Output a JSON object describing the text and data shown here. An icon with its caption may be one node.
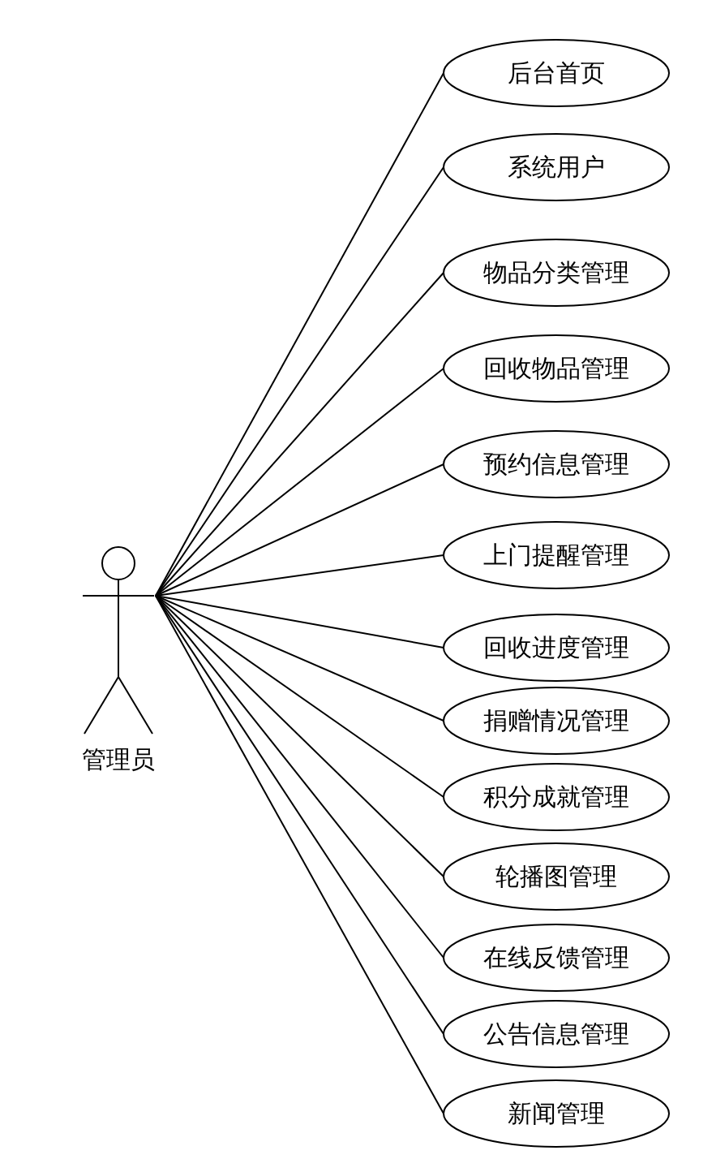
{
  "diagram": {
    "nodes": [
      {
        "text": [
          "管理员"
        ]
      },
      {
        "text": [
          "后台首页"
        ]
      },
      {
        "text": [
          "系统用户"
        ]
      },
      {
        "text": [
          "物品分类管理"
        ]
      },
      {
        "text": [
          "回收物品管理"
        ]
      },
      {
        "text": [
          "预约信息管理"
        ]
      },
      {
        "text": [
          "上门提醒管理"
        ]
      },
      {
        "text": [
          "回收进度管理"
        ]
      },
      {
        "text": [
          "捐赠情况管理"
        ]
      },
      {
        "text": [
          "积分成就管理"
        ]
      },
      {
        "text": [
          "轮播图管理"
        ]
      },
      {
        "text": [
          "在线反馈管理"
        ]
      },
      {
        "text": [
          "公告信息管理"
        ]
      },
      {
        "text": [
          "新闻管理"
        ]
      }
    ],
    "edges": [
      {
        "from": 0,
        "to": 1,
        "arrow": "none"
      },
      {
        "from": 0,
        "to": 2,
        "arrow": "none"
      },
      {
        "from": 0,
        "to": 3,
        "arrow": "none"
      },
      {
        "from": 0,
        "to": 4,
        "arrow": "none"
      },
      {
        "from": 0,
        "to": 5,
        "arrow": "none"
      },
      {
        "from": 0,
        "to": 6,
        "arrow": "none"
      },
      {
        "from": 0,
        "to": 7,
        "arrow": "none"
      },
      {
        "from": 0,
        "to": 8,
        "arrow": "none"
      },
      {
        "from": 0,
        "to": 9,
        "arrow": "none"
      },
      {
        "from": 0,
        "to": 10,
        "arrow": "none"
      },
      {
        "from": 0,
        "to": 11,
        "arrow": "none"
      },
      {
        "from": 0,
        "to": 12,
        "arrow": "none"
      },
      {
        "from": 0,
        "to": 13,
        "arrow": "none"
      }
    ]
  }
}
